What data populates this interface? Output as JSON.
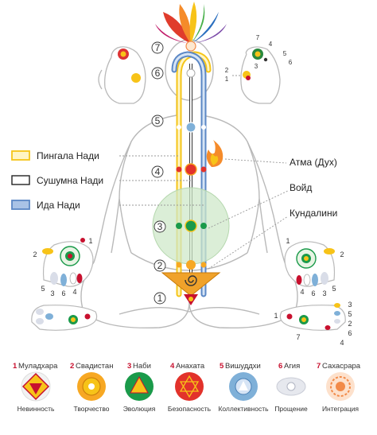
{
  "legend": [
    {
      "label": "Пингала Нади",
      "color": "#f5c518"
    },
    {
      "label": "Сушумна Нади",
      "color": "#ffffff"
    },
    {
      "label": "Ида Нади",
      "color": "#5b87c5"
    }
  ],
  "annotations": {
    "atma": "Атма (Дух)",
    "void": "Войд",
    "kundalini": "Кундалини"
  },
  "spine_numbers": [
    "7",
    "6",
    "5",
    "4",
    "3",
    "2",
    "1"
  ],
  "right_head_numbers": [
    "7",
    "4",
    "5",
    "6",
    "3",
    "2",
    "1"
  ],
  "left_hand_numbers": [
    "1",
    "2",
    "5",
    "3",
    "6",
    "4"
  ],
  "right_hand_numbers": [
    "1",
    "2",
    "5",
    "3",
    "6",
    "4"
  ],
  "right_foot_numbers": [
    "3",
    "5",
    "2",
    "6",
    "4",
    "7",
    "1"
  ],
  "chakras": [
    {
      "num": "1",
      "name": "Муладхара",
      "quality": "Невинность",
      "color": "#c8102e"
    },
    {
      "num": "2",
      "name": "Свадистан",
      "quality": "Творчество",
      "color": "#f7a823"
    },
    {
      "num": "3",
      "name": "Наби",
      "quality": "Эволюция",
      "color": "#1a9a4a"
    },
    {
      "num": "4",
      "name": "Анахата",
      "quality": "Безопасность",
      "color": "#e2322b"
    },
    {
      "num": "5",
      "name": "Вишуддхи",
      "quality": "Коллективность",
      "color": "#7fb0d8"
    },
    {
      "num": "6",
      "name": "Агия",
      "quality": "Прощение",
      "color": "#c9ccd6"
    },
    {
      "num": "7",
      "name": "Сахасрара",
      "quality": "Интеграция",
      "color": "#f28a48"
    }
  ],
  "colors": {
    "title_red": "#c8102e",
    "outline": "#b9b9b9",
    "heart_circle": "#cfe8c9"
  }
}
